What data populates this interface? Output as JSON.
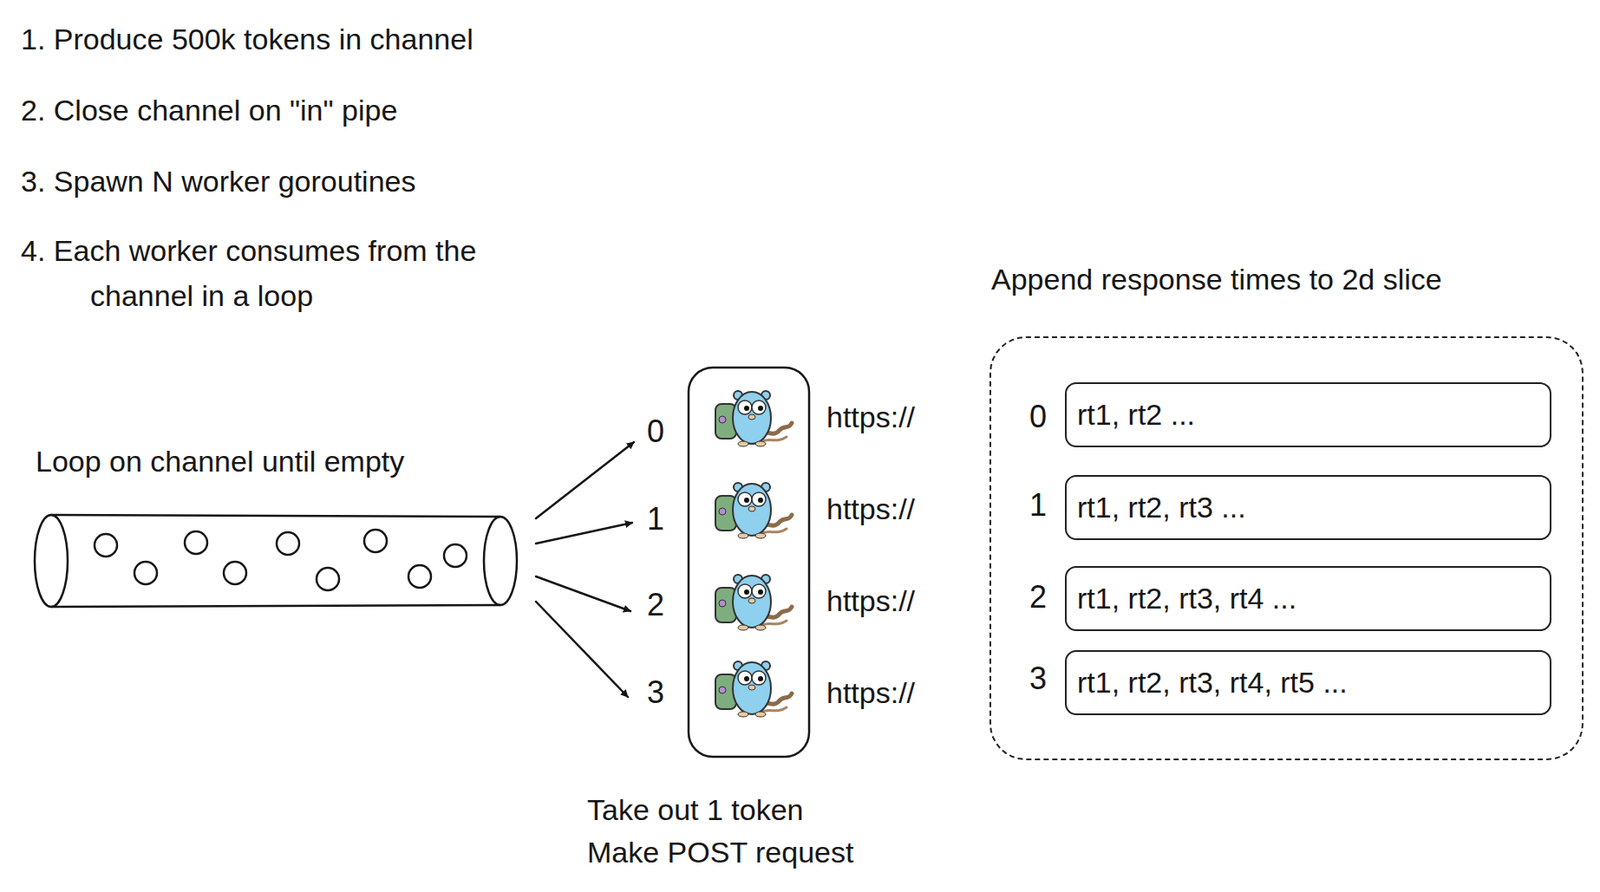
{
  "diagram": {
    "nodes": [
      {
        "text": [
          "Loop on channel until empty"
        ]
      },
      {
        "text": [
          "Append response times to 2d slice"
        ]
      },
      {
        "text": [
          "rt1, rt2 ..."
        ],
        "in": 1
      },
      {
        "text": [
          "rt1, rt2, rt3 ..."
        ],
        "in": 1
      },
      {
        "text": [
          "rt1, rt2, rt3, rt4 ..."
        ],
        "in": 1
      },
      {
        "text": [
          "rt1, rt2, rt3, rt4, rt5 ..."
        ],
        "in": 1
      }
    ],
    "labels": [
      "1. Produce 500k tokens in channel",
      "2. Close channel on \"in\" pipe",
      "3. Spawn N worker goroutines",
      "4. Each worker consumes from the channel in a loop",
      "0",
      "1",
      "2",
      "3",
      "https://",
      "https://",
      "https://",
      "https://",
      "Take out 1 token",
      "Make POST request",
      "0",
      "1",
      "2",
      "3"
    ]
  }
}
